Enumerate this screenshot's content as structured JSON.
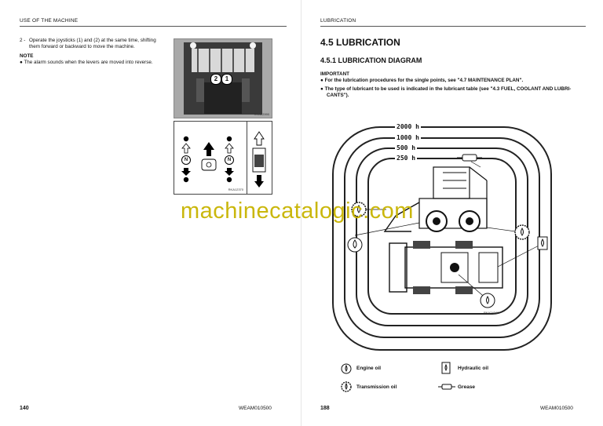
{
  "left_page": {
    "header": "USE OF THE MACHINE",
    "step_number": "2 -",
    "step_text_line1": "Operate the joysticks (1) and (2) at the same time, shifting",
    "step_text_line2": "them forward or backward to move the machine.",
    "note_label": "NOTE",
    "note_text": "The alarm sounds when the levers are moved into reverse.",
    "photo_callouts": [
      "2",
      "1"
    ],
    "photo_code": "RKA22990",
    "figure_code": "RKA12370",
    "neutral_symbol": "N",
    "page_number": "140",
    "doc_code": "WEAM010500"
  },
  "right_page": {
    "header": "LUBRICATION",
    "section_title": "4.5  LUBRICATION",
    "subsection_title": "4.5.1  LUBRICATION DIAGRAM",
    "important_label": "IMPORTANT",
    "bullet1": "For the lubrication procedures for the single points, see \"4.7 MAINTENANCE PLAN\".",
    "bullet2_line1": "The type of lubricant to be used is indicated in the lubricant table (see \"4.3 FUEL, COOLANT AND LUBRI-",
    "bullet2_line2": "CANTS\").",
    "intervals": [
      "2000 h",
      "1000 h",
      "500 h",
      "250 h"
    ],
    "diagram_code": "RKA24240",
    "legend": {
      "engine_oil": "Engine oil",
      "hydraulic_oil": "Hydraulic oil",
      "transmission_oil": "Transmission oil",
      "grease": "Grease"
    },
    "page_number": "188",
    "doc_code": "WEAM010500"
  },
  "watermark": "machinecatalogic.com"
}
